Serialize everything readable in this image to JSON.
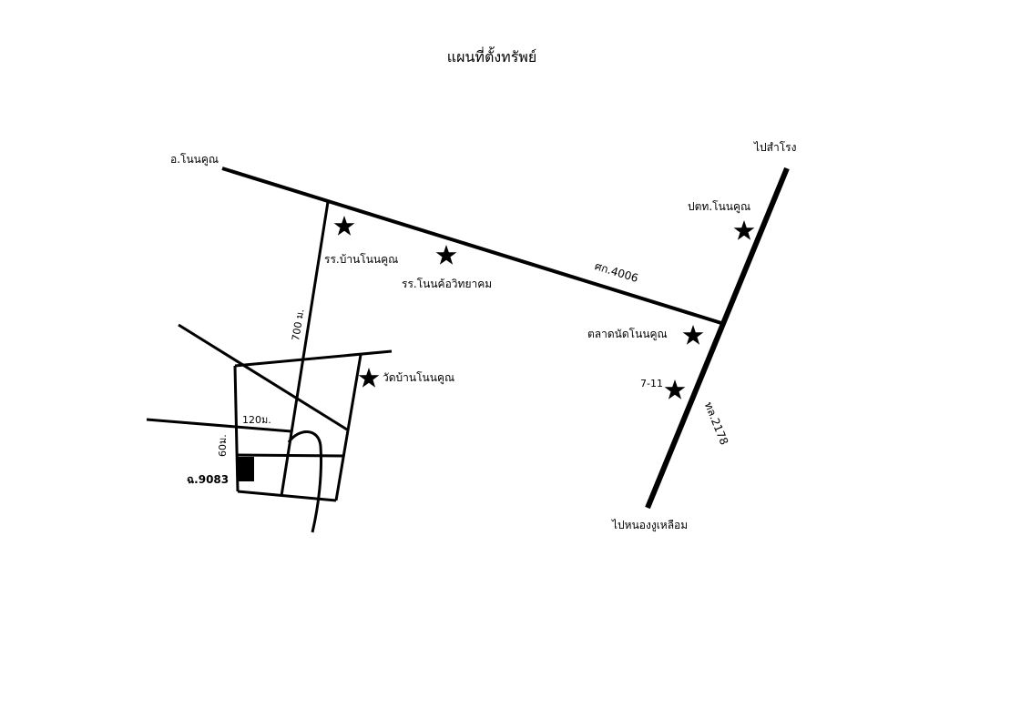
{
  "title": "แผนที่ตั้งทรัพย์",
  "places": {
    "non_khun_district": "อ.โนนคูณ",
    "to_samrong": "ไปสำโรง",
    "to_nong_ngu_lueam": "ไปหนองงูเหลือม",
    "police_station": "ปตท.โนนคูณ",
    "school_ban_non_khun": "รร.บ้านโนนคูณ",
    "school_non_kho_wittayakhom": "รร.โนนค้อวิทยาคม",
    "market_non_khun": "ตลาดนัดโนนคูณ",
    "seven_eleven": "7-11",
    "wat_ban_non_khun": "วัดบ้านโนนคูณ"
  },
  "roads": {
    "road_4006": "ศก.4006",
    "road_2178": "ทล.2178"
  },
  "distances": {
    "d700": "700 ม.",
    "d120": "120ม.",
    "d60": "60ม."
  },
  "property": {
    "label": "ฉ.9083"
  }
}
